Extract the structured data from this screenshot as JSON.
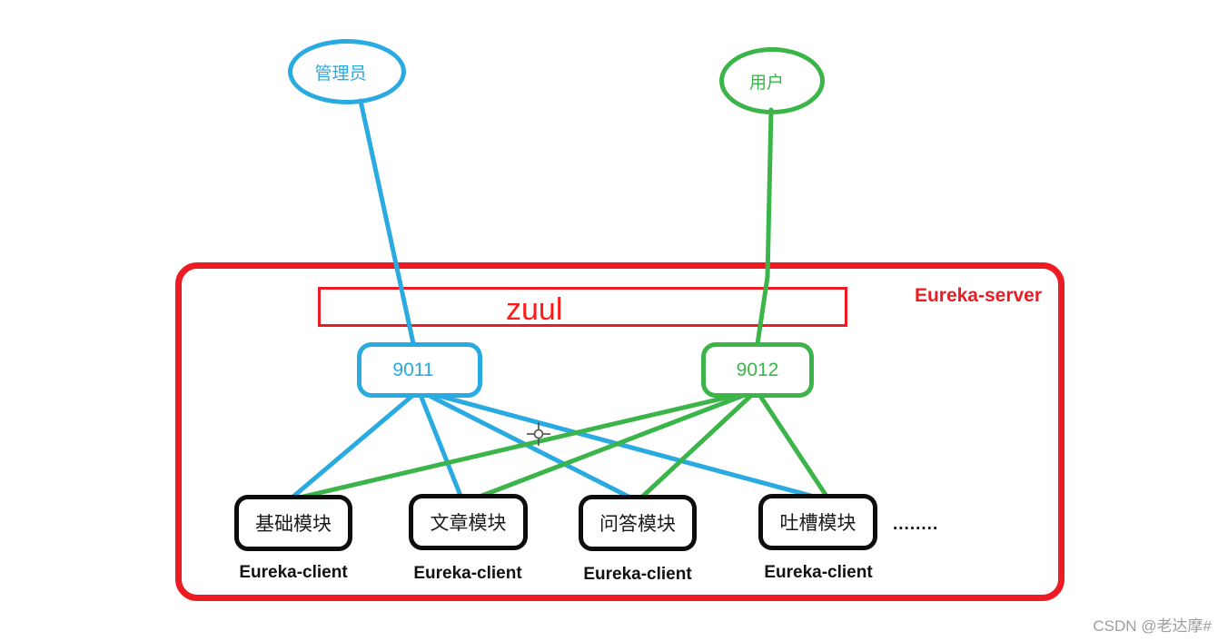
{
  "diagram": {
    "actors": [
      {
        "id": "admin",
        "label": "管理员",
        "color": "#29abe2"
      },
      {
        "id": "user",
        "label": "用户",
        "color": "#3bb54a"
      }
    ],
    "gateway": {
      "label": "zuul",
      "color": "#ff1a1a"
    },
    "server": {
      "label": "Eureka-server",
      "color": "#ed1c24"
    },
    "ports": [
      {
        "id": "9011",
        "label": "9011",
        "color": "#29abe2"
      },
      {
        "id": "9012",
        "label": "9012",
        "color": "#3bb54a"
      }
    ],
    "modules": [
      {
        "label": "基础模块",
        "client_label": "Eureka-client"
      },
      {
        "label": "文章模块",
        "client_label": "Eureka-client"
      },
      {
        "label": "问答模块",
        "client_label": "Eureka-client"
      },
      {
        "label": "吐槽模块",
        "client_label": "Eureka-client"
      }
    ],
    "more_modules_dots": "........",
    "icons": {
      "cursor": "precision-crosshair-cursor"
    },
    "colors": {
      "blue": "#29abe2",
      "green": "#3bb54a",
      "red": "#ed1c24",
      "black": "#0d0d0d"
    }
  },
  "watermark": "CSDN @老达摩#"
}
